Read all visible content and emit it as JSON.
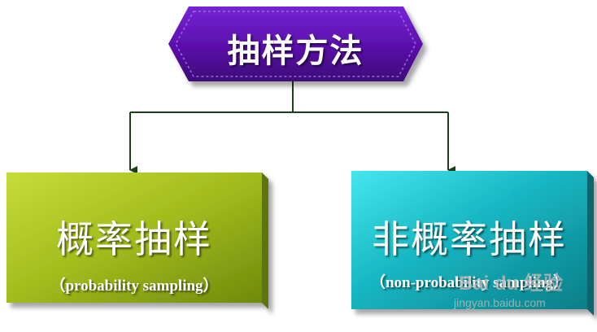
{
  "root": {
    "label": "抽样方法",
    "fill": "#5a0fa8"
  },
  "left_box": {
    "title": "概率抽样",
    "subtitle": "（probability sampling）",
    "fill": "#a7c11c"
  },
  "right_box": {
    "title": "非概率抽样",
    "subtitle": "（non-probability sampling）",
    "fill": "#1fbcc6"
  },
  "connector_color": "#1b3d1b",
  "watermark": {
    "brand": "Bai du 经验",
    "url": "jingyan.baidu.com"
  }
}
